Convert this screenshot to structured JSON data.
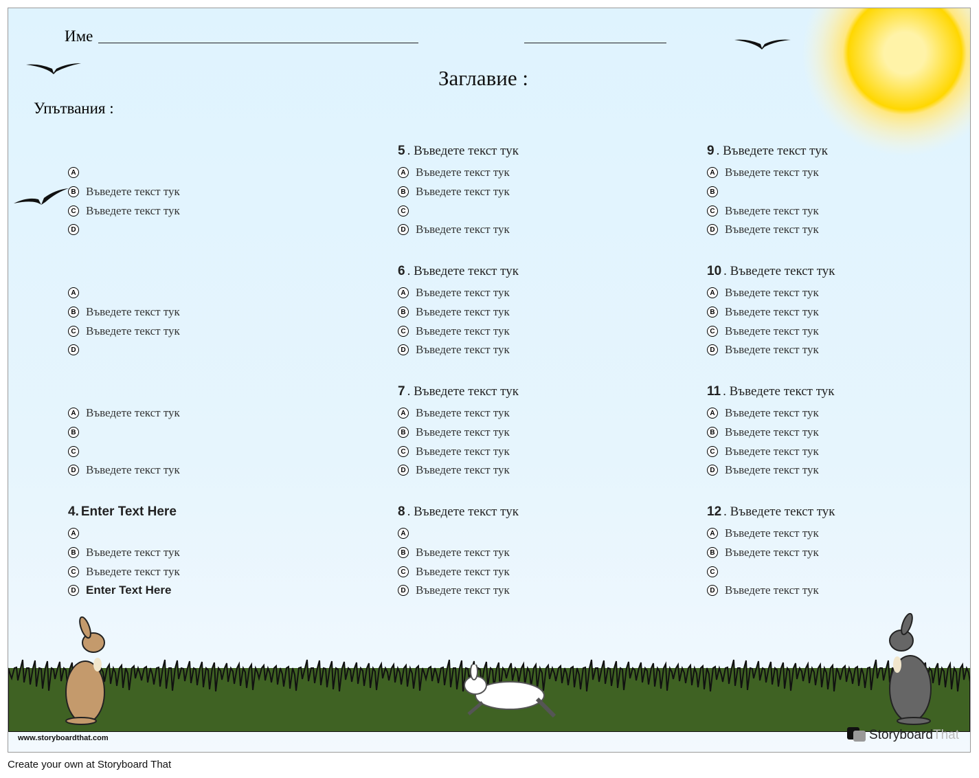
{
  "header": {
    "name_label": "Име",
    "title": "Заглавие :",
    "instructions": "Упътвания :"
  },
  "columns": [
    [
      {
        "num": "",
        "title": "",
        "options": [
          "",
          "Въведете текст тук",
          "Въведете текст тук",
          ""
        ]
      },
      {
        "num": "",
        "title": "",
        "options": [
          "",
          "Въведете текст тук",
          "Въведете текст тук",
          ""
        ]
      },
      {
        "num": "",
        "title": "",
        "options": [
          "Въведете текст тук",
          "",
          "",
          "Въведете текст тук"
        ]
      },
      {
        "num": "4.",
        "title": "Enter Text Here",
        "options": [
          "",
          "Въведете текст тук",
          "Въведете текст тук",
          "Enter Text Here"
        ]
      }
    ],
    [
      {
        "num": "5",
        "title": ". Въведете текст тук",
        "options": [
          "Въведете текст тук",
          "Въведете текст тук",
          "",
          "Въведете текст тук"
        ]
      },
      {
        "num": "6",
        "title": ". Въведете текст тук",
        "options": [
          "Въведете текст тук",
          "Въведете текст тук",
          "Въведете текст тук",
          "Въведете текст тук"
        ]
      },
      {
        "num": "7",
        "title": ". Въведете текст тук",
        "options": [
          "Въведете текст тук",
          "Въведете текст тук",
          "Въведете текст тук",
          "Въведете текст тук"
        ]
      },
      {
        "num": "8",
        "title": ". Въведете текст тук",
        "options": [
          "",
          "Въведете текст тук",
          "Въведете текст тук",
          "Въведете текст тук"
        ]
      }
    ],
    [
      {
        "num": "9",
        "title": ". Въведете текст тук",
        "options": [
          "Въведете текст тук",
          "",
          "Въведете текст тук",
          "Въведете текст тук"
        ]
      },
      {
        "num": "10",
        "title": ". Въведете текст тук",
        "options": [
          "Въведете текст тук",
          "Въведете текст тук",
          "Въведете текст тук",
          "Въведете текст тук"
        ]
      },
      {
        "num": "11",
        "title": ". Въведете текст тук",
        "options": [
          "Въведете текст тук",
          "Въведете текст тук",
          "Въведете текст тук",
          "Въведете текст тук"
        ]
      },
      {
        "num": "12",
        "title": ". Въведете текст тук",
        "options": [
          "Въведете текст тук",
          "Въведете текст тук",
          "",
          "Въведете текст тук"
        ]
      }
    ]
  ],
  "option_letters": [
    "A",
    "B",
    "C",
    "D"
  ],
  "footer": {
    "url": "www.storyboardthat.com",
    "brand_a": "Storyboard",
    "brand_b": "That",
    "create": "Create your own at Storyboard That"
  },
  "colors": {
    "grass": "#3f6223",
    "sun": "#ffd700",
    "sky": "#dff3fe"
  }
}
